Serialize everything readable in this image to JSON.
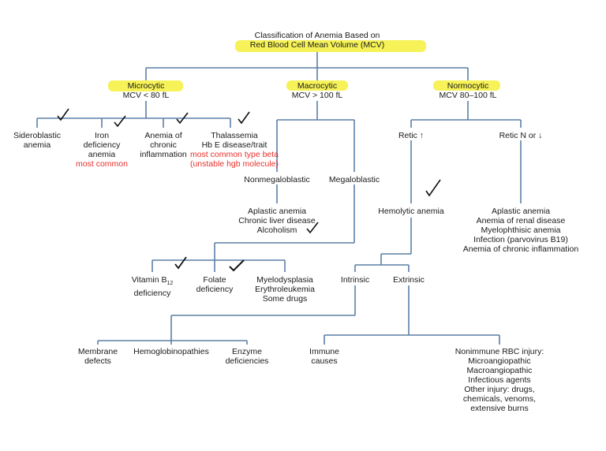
{
  "title": {
    "line1": "Classification of Anemia Based on",
    "line2": "Red Blood Cell Mean Volume (MCV)"
  },
  "microcytic": {
    "label": "Microcytic",
    "range": "MCV < 80 fL"
  },
  "macrocytic": {
    "label": "Macrocytic",
    "range": "MCV > 100 fL"
  },
  "normocytic": {
    "label": "Normocytic",
    "range": "MCV 80–100 fL"
  },
  "micro_items": {
    "sideroblastic": [
      "Sideroblastic",
      "anemia"
    ],
    "iron": [
      "Iron",
      "deficiency",
      "anemia"
    ],
    "iron_note": "most common",
    "chronic": [
      "Anemia of",
      "chronic",
      "inflammation"
    ],
    "thal": [
      "Thalassemia",
      "Hb E disease/trait"
    ],
    "thal_note": [
      "most common type beta",
      "(unstable hgb molecule)"
    ]
  },
  "macro_items": {
    "nonmegaloblastic": "Nonmegaloblastic",
    "megaloblastic": "Megaloblastic",
    "nonmega_causes": [
      "Aplastic anemia",
      "Chronic liver disease",
      "Alcoholism"
    ],
    "b12": [
      "Vitamin B12",
      "deficiency"
    ],
    "folate": [
      "Folate",
      "deficiency"
    ],
    "myelo": [
      "Myelodysplasia",
      "Erythroleukemia",
      "Some drugs"
    ]
  },
  "normo_items": {
    "retic_up": "Retic ↑",
    "retic_down": "Retic N or ↓",
    "hemolytic": "Hemolytic anemia",
    "retic_down_causes": [
      "Aplastic anemia",
      "Anemia of renal disease",
      "Myelophthisic anemia",
      "Infection (parvovirus B19)",
      "Anemia of chronic inflammation"
    ],
    "intrinsic": "Intrinsic",
    "extrinsic": "Extrinsic",
    "membrane": [
      "Membrane",
      "defects"
    ],
    "hemoglobinopathies": "Hemoglobinopathies",
    "enzyme": [
      "Enzyme",
      "deficiencies"
    ],
    "immune": [
      "Immune",
      "causes"
    ],
    "nonimmune": [
      "Nonimmune RBC injury:",
      "Microangiopathic",
      "Macroangiopathic",
      "Infectious agents",
      "Other injury: drugs,",
      "chemicals, venoms,",
      "extensive burns"
    ]
  },
  "colors": {
    "line": "#5b7fa6",
    "highlight": "#f5f03a",
    "note": "#e8302a"
  }
}
